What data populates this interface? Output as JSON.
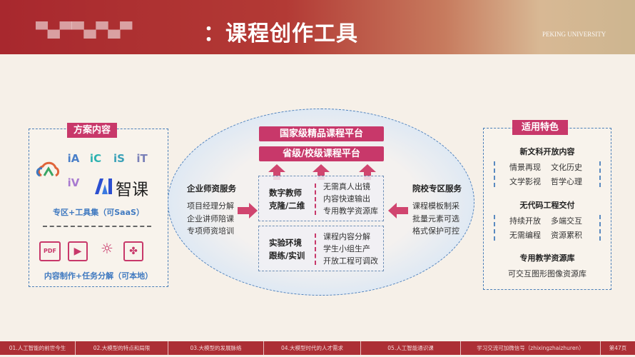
{
  "header": {
    "title": "：课程创作工具",
    "university": "PEKING UNIVERSITY"
  },
  "left_panel": {
    "badge": "方案内容",
    "tools": [
      "iA",
      "iC",
      "iS",
      "iT",
      "iV"
    ],
    "brand": "智课",
    "tools_caption": "专区+工具集（可SaaS）",
    "icons": [
      "pdf-icon",
      "video-icon",
      "lightbulb-icon",
      "puzzle-icon"
    ],
    "content_caption": "内容制作+任务分解（可本地）"
  },
  "center": {
    "platforms": [
      "国家级精品课程平台",
      "省级/校级课程平台"
    ],
    "left_service": {
      "title": "企业师资服务",
      "items": [
        "项目经理分解",
        "企业讲师陪课",
        "专项师资培训"
      ]
    },
    "right_service": {
      "title": "院校专区服务",
      "items": [
        "课程模板制采",
        "批量元素可选",
        "格式保护可控"
      ]
    },
    "boxes": [
      {
        "key": [
          "数字教师",
          "克隆/二维"
        ],
        "values": [
          "无需真人出镜",
          "内容快速输出",
          "专用教学资源库"
        ]
      },
      {
        "key": [
          "实验环境",
          "跟练/实训"
        ],
        "values": [
          "课程内容分解",
          "学生小组生产",
          "开放工程可调改"
        ]
      }
    ]
  },
  "right_panel": {
    "badge": "适用特色",
    "sections": [
      {
        "title": "新文科开放内容",
        "items": [
          "情景再现",
          "文化历史",
          "文学影视",
          "哲学心理"
        ]
      },
      {
        "title": "无代码工程交付",
        "items": [
          "持续开放",
          "多端交互",
          "无需编程",
          "资源累积"
        ]
      },
      {
        "title": "专用教学资源库",
        "items": [
          "可交互图形图像资源库"
        ]
      }
    ]
  },
  "footer": {
    "items": [
      "01.人工智能的前世今生",
      "02.大模型的特点和局限",
      "03.大模型的发展脉络",
      "04.大模型时代的人才需求",
      "05.人工智能通识课",
      "学习交流可加微信号（zhixingzhaizhuren）",
      "第47页"
    ]
  },
  "colors": {
    "accent": "#c8386a",
    "header_red": "#a8282e",
    "dash_blue": "#4a7fb8"
  }
}
